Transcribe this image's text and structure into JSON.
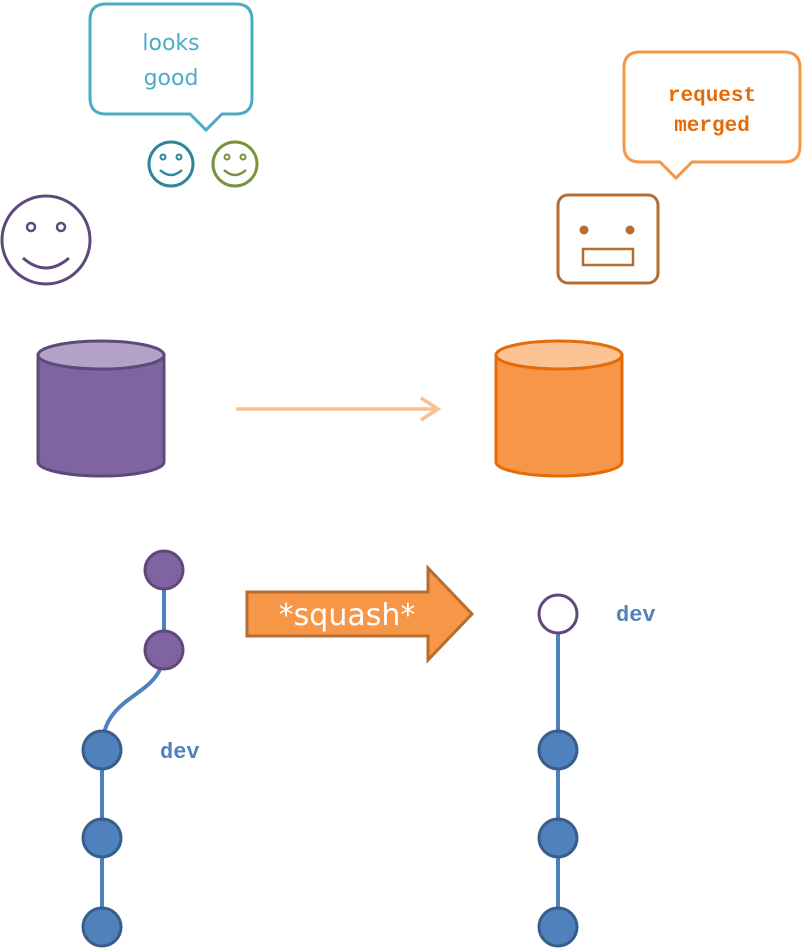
{
  "bubbles": {
    "reviewer": {
      "line1": "looks",
      "line2": "good",
      "border_color": "#4bacc6"
    },
    "bot": {
      "line1": "request",
      "line2": "merged",
      "border_color": "#f79646"
    }
  },
  "left_repo": {
    "color": "#8064a2",
    "avatar_icon": "smiley-face-icon",
    "commits": [
      {
        "kind": "feature",
        "color": "#8064a2"
      },
      {
        "kind": "feature",
        "color": "#8064a2"
      },
      {
        "kind": "base",
        "color": "#4f81bd"
      },
      {
        "kind": "base",
        "color": "#4f81bd"
      },
      {
        "kind": "base",
        "color": "#4f81bd"
      }
    ],
    "branch_label": "dev"
  },
  "right_repo": {
    "color": "#f79646",
    "avatar_icon": "robot-face-icon",
    "commits": [
      {
        "kind": "squashed",
        "color": "#ffffff"
      },
      {
        "kind": "base",
        "color": "#4f81bd"
      },
      {
        "kind": "base",
        "color": "#4f81bd"
      },
      {
        "kind": "base",
        "color": "#4f81bd"
      }
    ],
    "branch_label": "dev"
  },
  "reviewers": [
    {
      "icon": "smiley-face-icon",
      "color": "#31859c"
    },
    {
      "icon": "smiley-face-icon",
      "color": "#77933c"
    }
  ],
  "transfer_arrow": {
    "color": "#fac090"
  },
  "squash_arrow": {
    "label": "*squash*",
    "fill": "#f79646",
    "stroke": "#b66d31"
  }
}
